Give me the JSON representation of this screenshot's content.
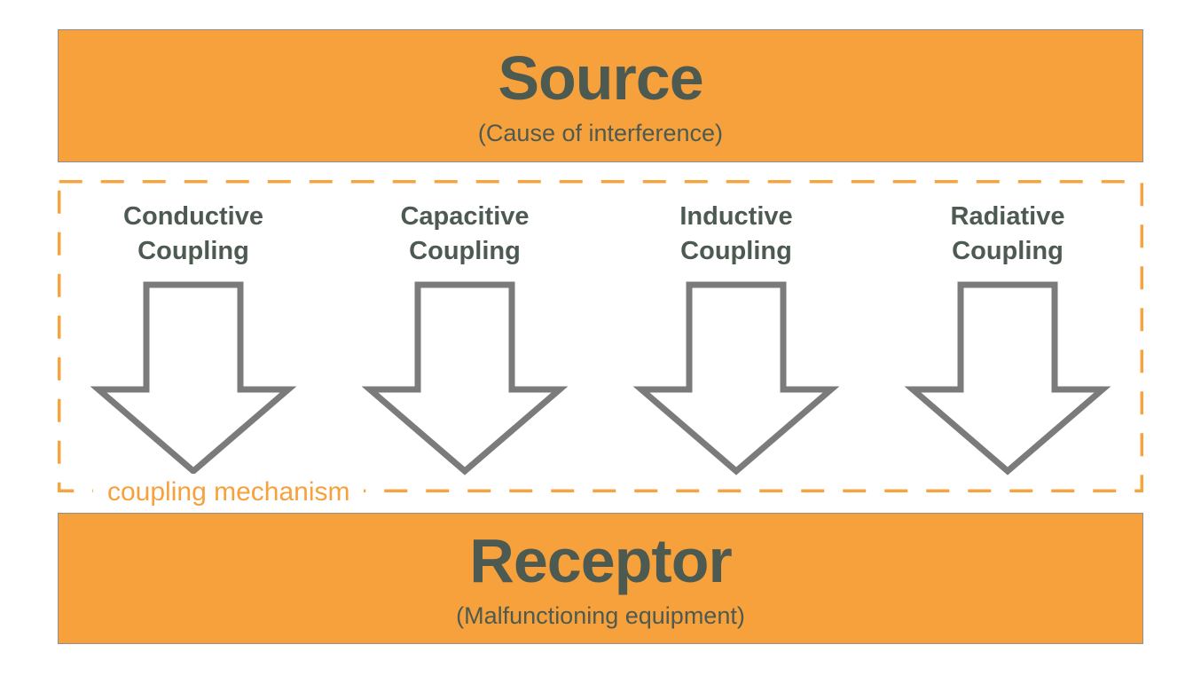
{
  "page": {
    "background": "#FFFFFF"
  },
  "colors": {
    "accent_orange": "#F7A13C",
    "dashed_border_orange": "#F8A43E",
    "arrow_outline_gray": "#7B7B7B",
    "bar_outline_gray": "#8F8F8F",
    "dark_text": "#4D5A51"
  },
  "source_bar": {
    "title": "Source",
    "subtitle": "(Cause of interference)"
  },
  "coupling_section": {
    "label": "coupling mechanism",
    "columns": [
      {
        "label": "Conductive Coupling"
      },
      {
        "label": "Capacitive Coupling"
      },
      {
        "label": "Inductive Coupling"
      },
      {
        "label": "Radiative Coupling"
      }
    ]
  },
  "receptor_bar": {
    "title": "Receptor",
    "subtitle": "(Malfunctioning equipment)"
  }
}
